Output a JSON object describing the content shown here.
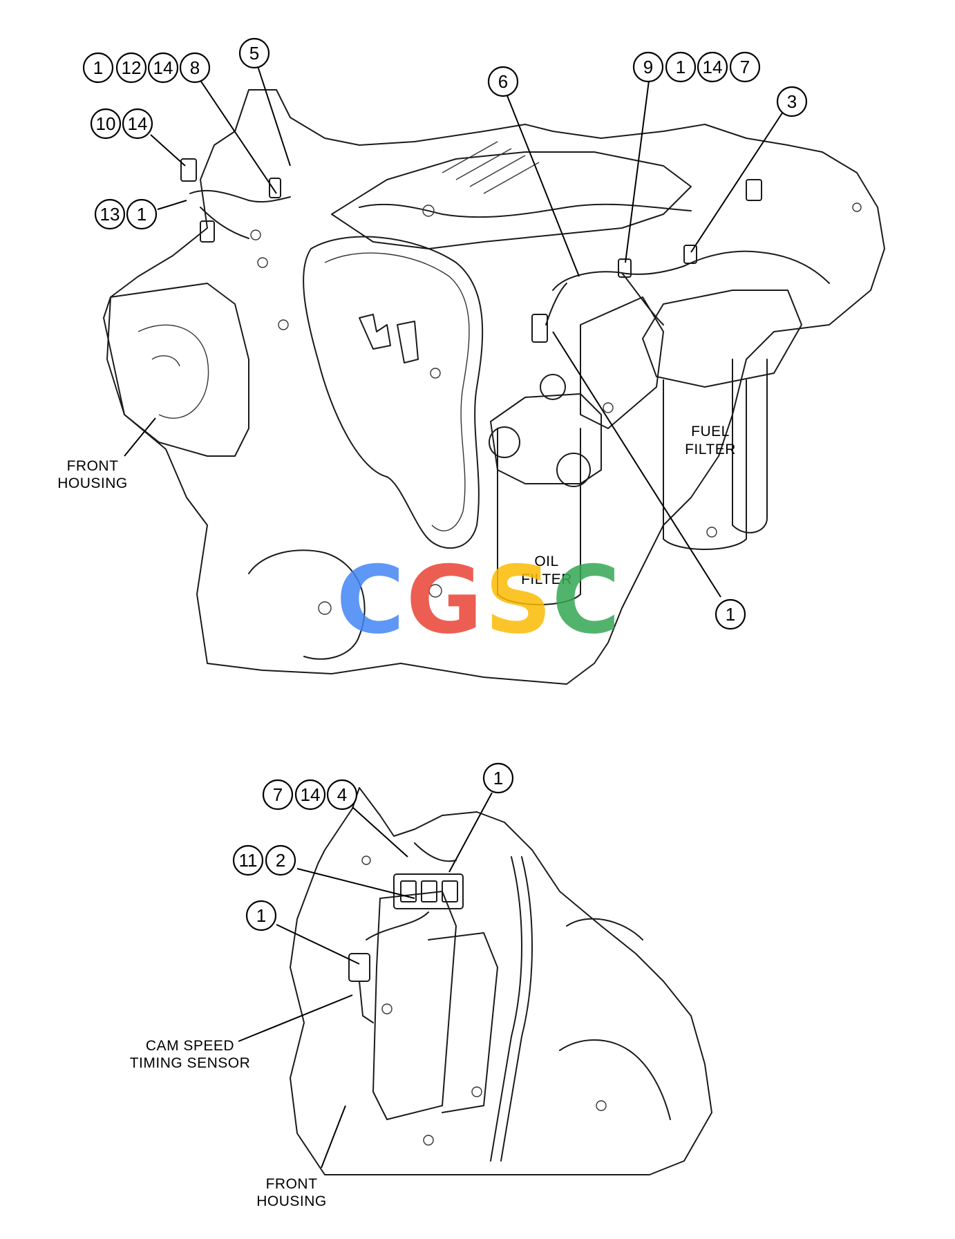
{
  "top_view": {
    "callout_groups": [
      {
        "id": "g1",
        "numbers": [
          "1",
          "12",
          "14",
          "8"
        ]
      },
      {
        "id": "g2",
        "numbers": [
          "5"
        ]
      },
      {
        "id": "g3",
        "numbers": [
          "10",
          "14"
        ]
      },
      {
        "id": "g4",
        "numbers": [
          "13",
          "1"
        ]
      },
      {
        "id": "g5",
        "numbers": [
          "6"
        ]
      },
      {
        "id": "g6",
        "numbers": [
          "9",
          "1",
          "14",
          "7"
        ]
      },
      {
        "id": "g7",
        "numbers": [
          "3"
        ]
      },
      {
        "id": "g8",
        "numbers": [
          "1"
        ]
      }
    ],
    "labels": {
      "front_housing": [
        "FRONT",
        "HOUSING"
      ],
      "fuel_filter": [
        "FUEL",
        "FILTER"
      ],
      "oil_filter": [
        "OIL",
        "FILTER"
      ]
    }
  },
  "bottom_view": {
    "callout_groups": [
      {
        "id": "b1",
        "numbers": [
          "7",
          "14",
          "4"
        ]
      },
      {
        "id": "b2",
        "numbers": [
          "1"
        ]
      },
      {
        "id": "b3",
        "numbers": [
          "11",
          "2"
        ]
      },
      {
        "id": "b4",
        "numbers": [
          "1"
        ]
      }
    ],
    "labels": {
      "cam_speed_timing_sensor": [
        "CAM SPEED",
        "TIMING SENSOR"
      ],
      "front_housing": [
        "FRONT",
        "HOUSING"
      ]
    }
  },
  "watermark": {
    "letters": [
      "C",
      "G",
      "S",
      "C"
    ],
    "colors": [
      "#4285F4",
      "#EA4335",
      "#FBBC05",
      "#34A853"
    ]
  }
}
